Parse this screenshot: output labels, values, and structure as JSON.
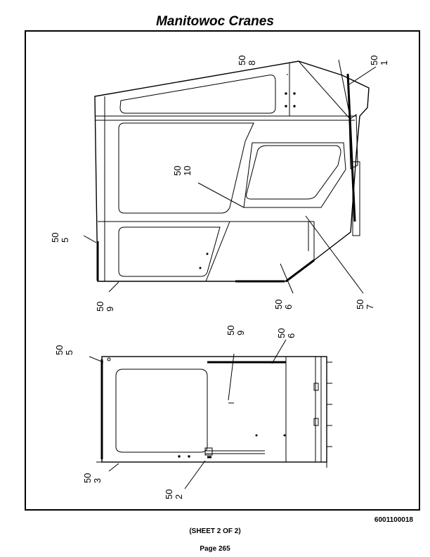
{
  "header": {
    "title": "Manitowoc Cranes"
  },
  "footer": {
    "part_number": "6001100018",
    "sheet": "(SHEET 2 OF 2)",
    "page": "Page 265"
  },
  "callouts": [
    {
      "id": "c1",
      "item": "50",
      "sub": "1"
    },
    {
      "id": "c8",
      "item": "50",
      "sub": "8"
    },
    {
      "id": "c10",
      "item": "50",
      "sub": "10"
    },
    {
      "id": "c5a",
      "item": "50",
      "sub": "5"
    },
    {
      "id": "c9a",
      "item": "50",
      "sub": "9"
    },
    {
      "id": "c6a",
      "item": "50",
      "sub": "6"
    },
    {
      "id": "c7",
      "item": "50",
      "sub": "7"
    },
    {
      "id": "c9b",
      "item": "50",
      "sub": "9"
    },
    {
      "id": "c6b",
      "item": "50",
      "sub": "6"
    },
    {
      "id": "c5b",
      "item": "50",
      "sub": "5"
    },
    {
      "id": "c3",
      "item": "50",
      "sub": "3"
    },
    {
      "id": "c2",
      "item": "50",
      "sub": "2"
    }
  ]
}
